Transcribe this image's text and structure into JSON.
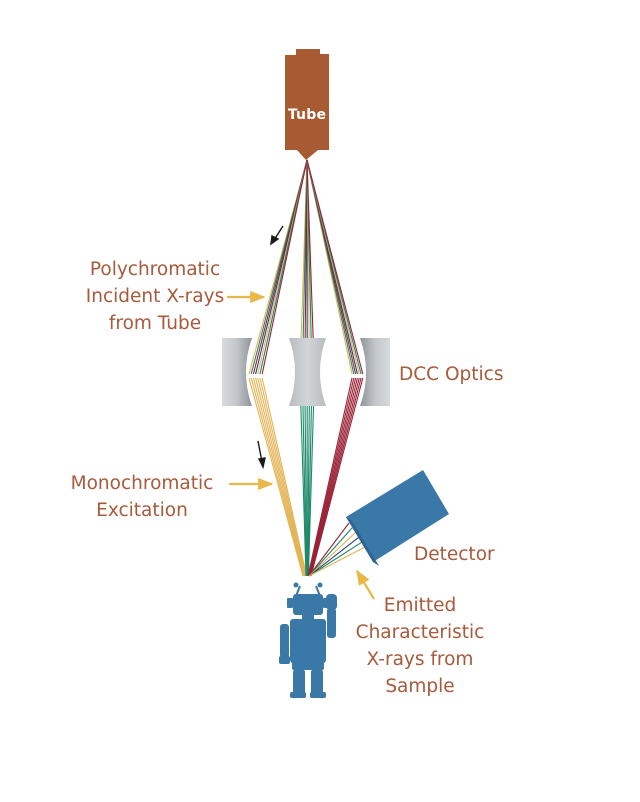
{
  "labels": {
    "tube": "Tube",
    "polychromatic": [
      "Polychromatic",
      "Incident X-rays",
      "from Tube"
    ],
    "dcc_optics": "DCC Optics",
    "monochromatic": [
      "Monochromatic",
      "Excitation"
    ],
    "detector": "Detector",
    "emitted": [
      "Emitted",
      "Characteristic",
      "X-rays from",
      "Sample"
    ]
  },
  "colors": {
    "tube": "#a85a32",
    "label_text": "#a85a3a",
    "callout_arrow": "#e8b84a",
    "detector": "#3a78a8",
    "sample": "#3a78a8",
    "beam_yellow": "#e3b454",
    "beam_green": "#1d8a6a",
    "beam_red": "#9a2236",
    "beam_navy": "#2b3e7a",
    "optic_gray": "#a9aeb3"
  },
  "icons": {
    "sample": "robot-figure-icon",
    "source": "xray-tube-icon",
    "detector": "detector-box-icon"
  }
}
